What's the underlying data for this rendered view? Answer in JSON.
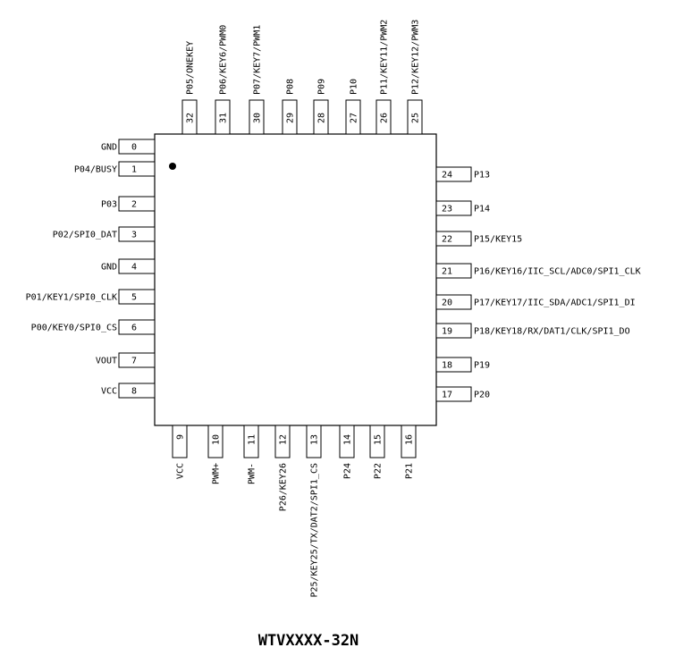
{
  "title": "WTVXXXX-32N",
  "marker": "pin-1-dot",
  "pins": {
    "left": [
      {
        "num": "0",
        "name": "GND"
      },
      {
        "num": "1",
        "name": "P04/BUSY"
      },
      {
        "num": "2",
        "name": "P03"
      },
      {
        "num": "3",
        "name": "P02/SPI0_DAT"
      },
      {
        "num": "4",
        "name": "GND"
      },
      {
        "num": "5",
        "name": "P01/KEY1/SPI0_CLK"
      },
      {
        "num": "6",
        "name": "P00/KEY0/SPI0_CS"
      },
      {
        "num": "7",
        "name": "VOUT"
      },
      {
        "num": "8",
        "name": "VCC"
      }
    ],
    "bottom": [
      {
        "num": "9",
        "name": "VCC"
      },
      {
        "num": "10",
        "name": "PWM+"
      },
      {
        "num": "11",
        "name": "PWM-"
      },
      {
        "num": "12",
        "name": "P26/KEY26"
      },
      {
        "num": "13",
        "name": "P25/KEY25/TX/DAT2/SPI1_CS"
      },
      {
        "num": "14",
        "name": "P24"
      },
      {
        "num": "15",
        "name": "P22"
      },
      {
        "num": "16",
        "name": "P21"
      }
    ],
    "right": [
      {
        "num": "17",
        "name": "P20"
      },
      {
        "num": "18",
        "name": "P19"
      },
      {
        "num": "19",
        "name": "P18/KEY18/RX/DAT1/CLK/SPI1_DO"
      },
      {
        "num": "20",
        "name": "P17/KEY17/IIC_SDA/ADC1/SPI1_DI"
      },
      {
        "num": "21",
        "name": "P16/KEY16/IIC_SCL/ADC0/SPI1_CLK"
      },
      {
        "num": "22",
        "name": "P15/KEY15"
      },
      {
        "num": "23",
        "name": "P14"
      },
      {
        "num": "24",
        "name": "P13"
      }
    ],
    "top": [
      {
        "num": "25",
        "name": "P12/KEY12/PWM3"
      },
      {
        "num": "26",
        "name": "P11/KEY11/PWM2"
      },
      {
        "num": "27",
        "name": "P10"
      },
      {
        "num": "28",
        "name": "P09"
      },
      {
        "num": "29",
        "name": "P08"
      },
      {
        "num": "30",
        "name": "P07/KEY7/PWM1"
      },
      {
        "num": "31",
        "name": "P06/KEY6/PWM0"
      },
      {
        "num": "32",
        "name": "P05/ONEKEY"
      }
    ]
  }
}
